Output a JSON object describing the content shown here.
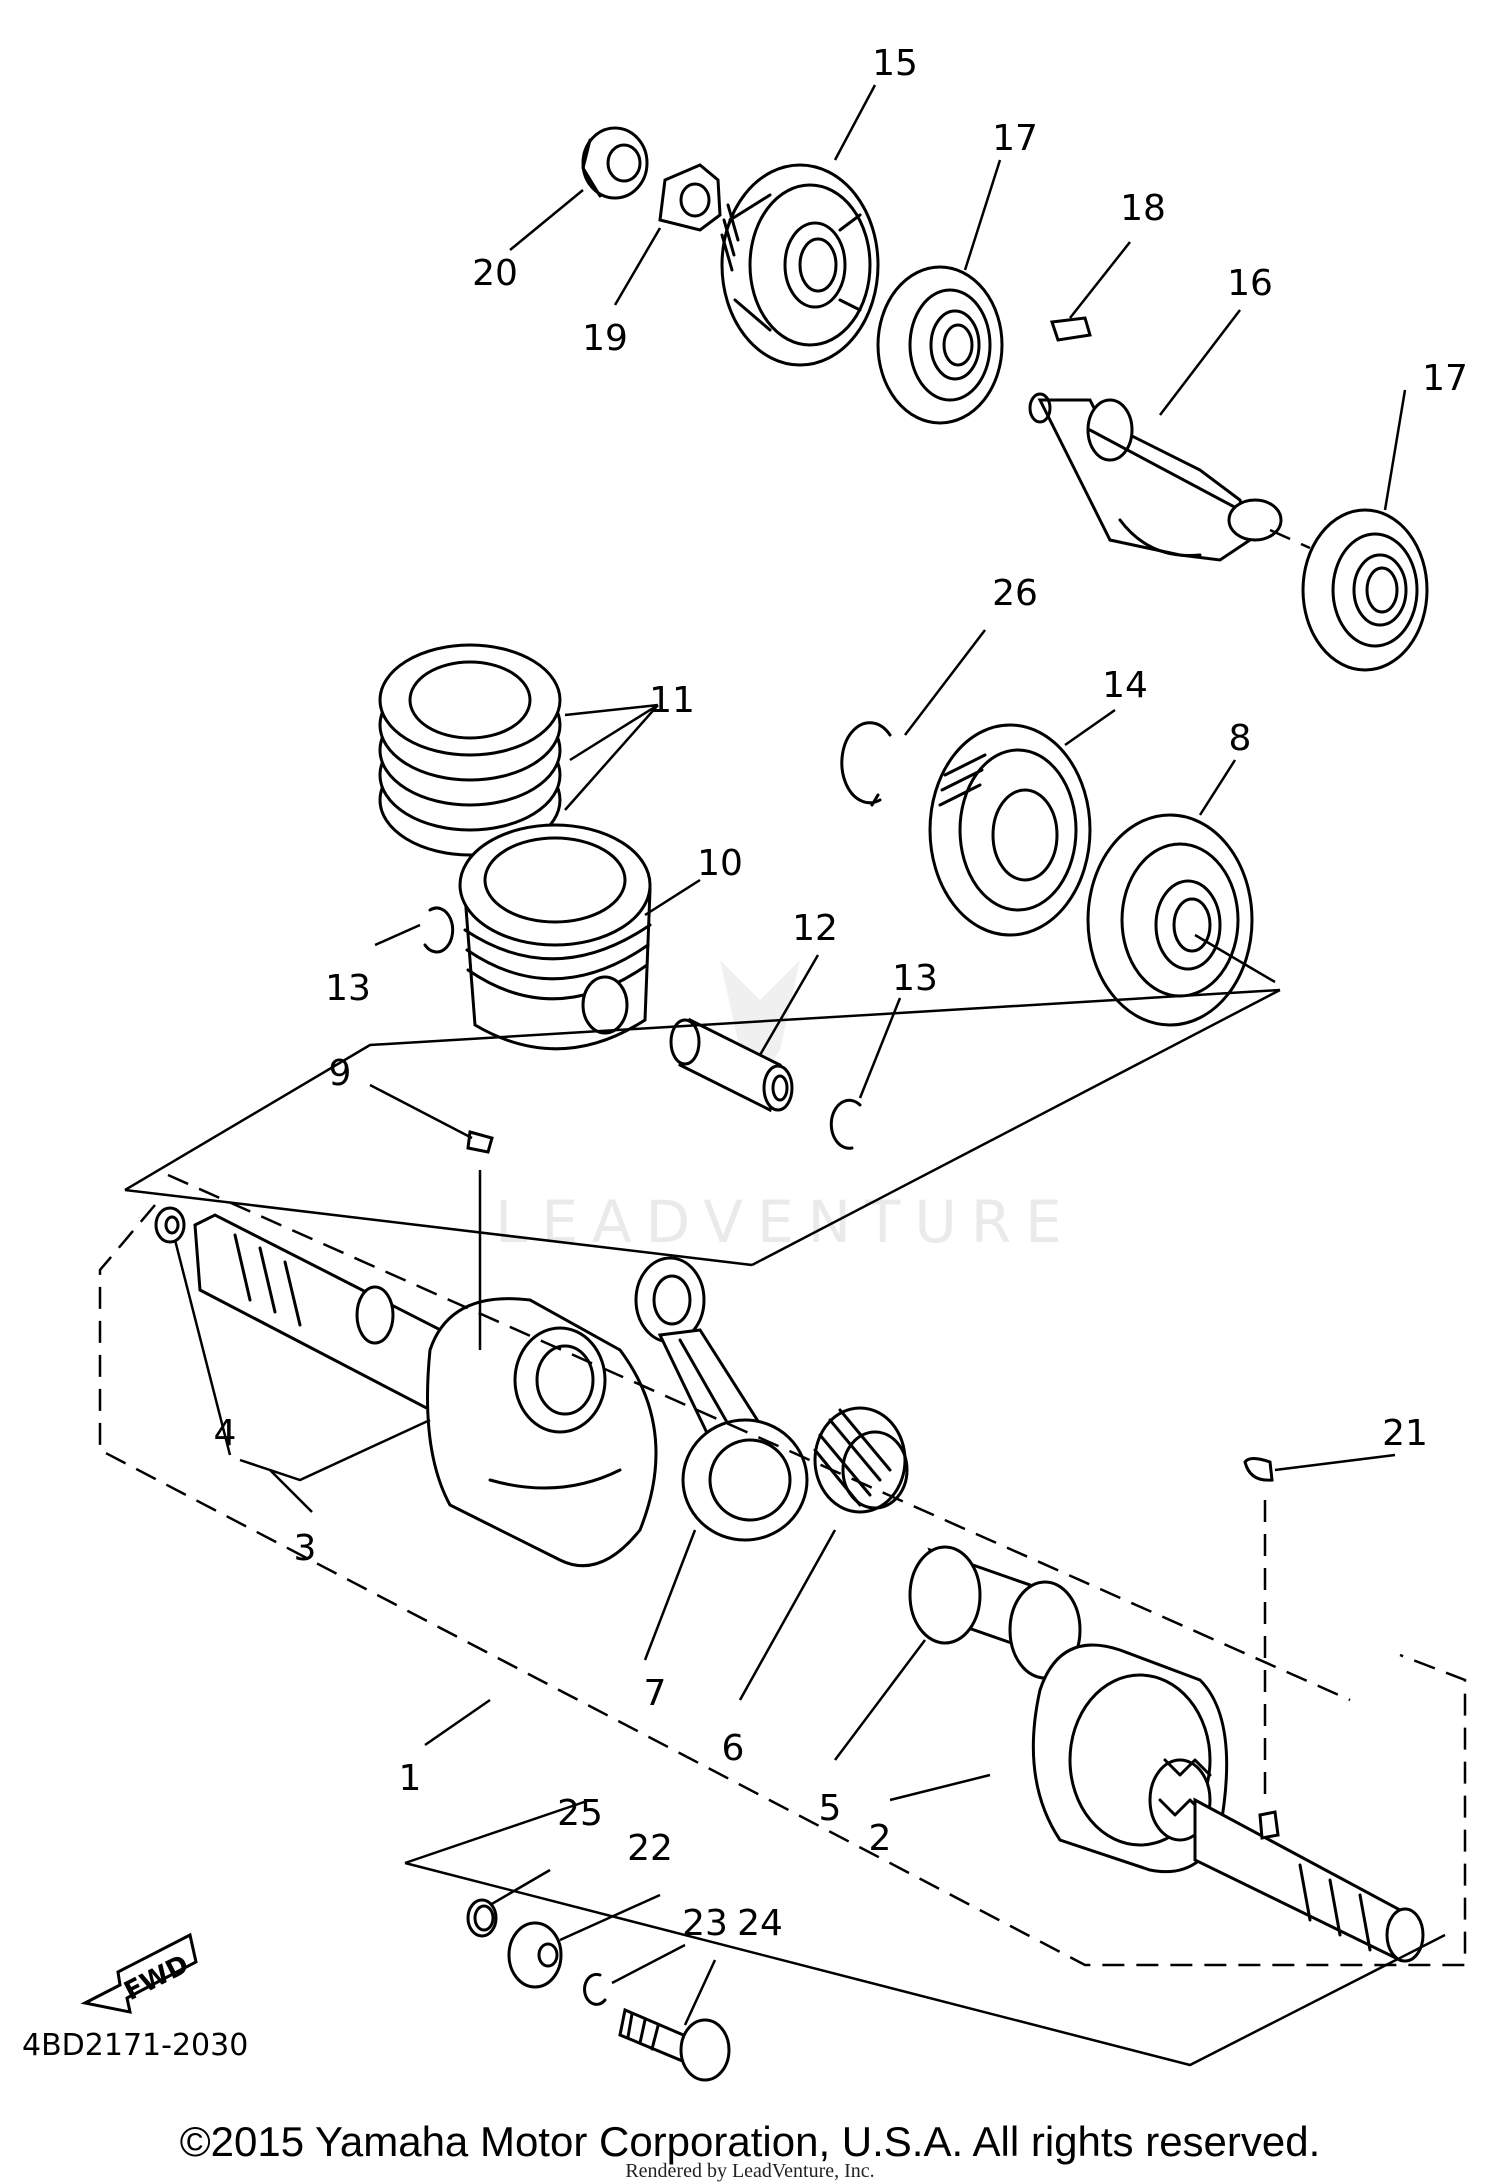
{
  "figure": {
    "callouts": [
      "1",
      "2",
      "3",
      "4",
      "5",
      "6",
      "7",
      "8",
      "9",
      "10",
      "11",
      "12",
      "13",
      "13",
      "14",
      "15",
      "16",
      "17",
      "17",
      "18",
      "19",
      "20",
      "21",
      "22",
      "23",
      "24",
      "25",
      "26"
    ],
    "fwd_label": "FWD",
    "diagram_code": "4BD2171-2030",
    "watermark": "LEADVENTURE"
  },
  "footer": {
    "copyright": "©2015 Yamaha Motor Corporation, U.S.A. All rights reserved.",
    "rendered_by": "Rendered by LeadVenture, Inc."
  }
}
